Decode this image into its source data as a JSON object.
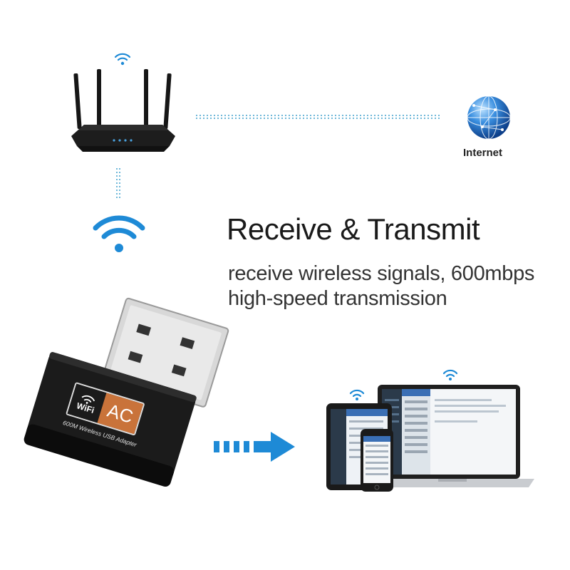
{
  "headline": "Receive & Transmit",
  "description_line1": "receive wireless signals, 600mbps",
  "description_line2": "high-speed transmission",
  "internet_label": "Internet",
  "adapter": {
    "badge_left": "WiFi",
    "badge_right": "AC",
    "printed_text": "600M Wireless USB Adapter"
  },
  "icons": [
    "router-icon",
    "wifi-icon",
    "globe-icon",
    "usb-adapter-icon",
    "arrow-right-icon",
    "tablet-icon",
    "laptop-icon",
    "phone-icon"
  ],
  "colors": {
    "accent": "#1e8ad6",
    "dots": "#6fb8d9",
    "adapter_body": "#1b1b1b",
    "badge_orange": "#c9733a"
  }
}
